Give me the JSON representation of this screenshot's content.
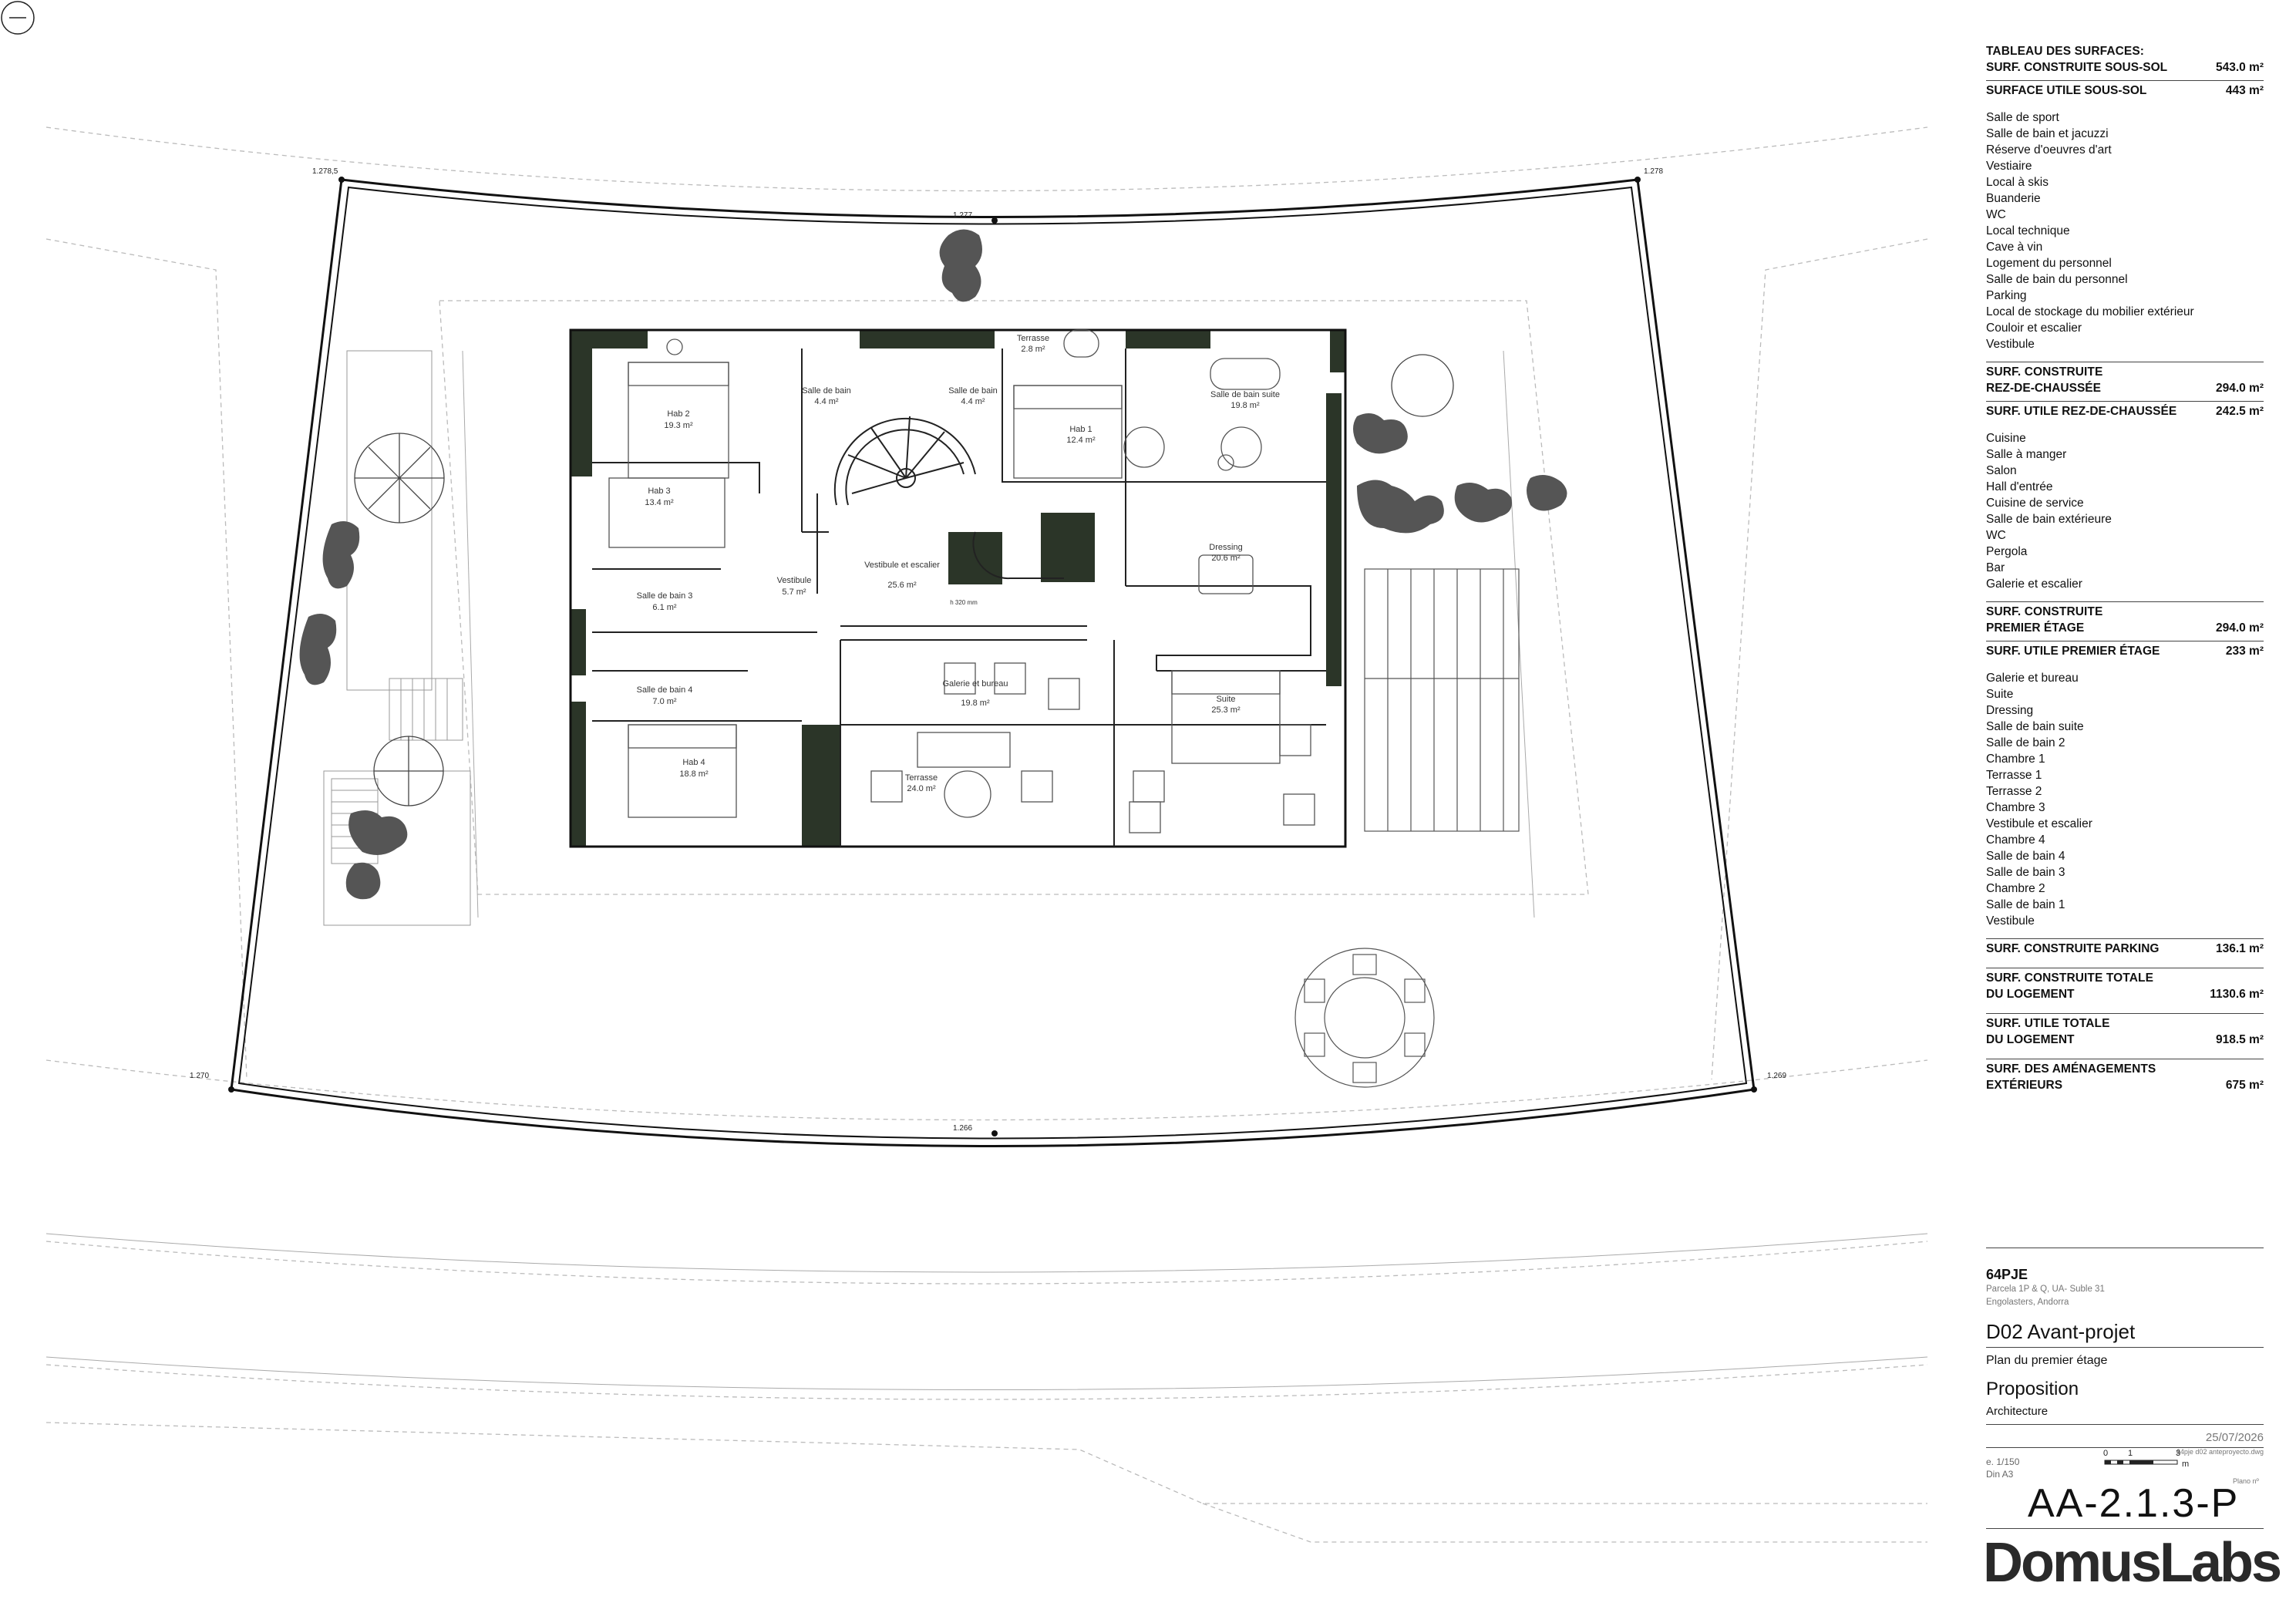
{
  "levels": {
    "top_left": "1.278,5",
    "top_center": "1.277",
    "top_right": "1.278",
    "bottom_left": "1.270",
    "bottom_center": "1.266",
    "bottom_right": "1.269"
  },
  "rooms": [
    {
      "name": "Hab 2",
      "area": "19.3 m²"
    },
    {
      "name": "Hab 3",
      "area": "13.4 m²"
    },
    {
      "name": "Salle de bain 3",
      "area": "6.1 m²"
    },
    {
      "name": "Vestibule",
      "area": "5.7 m²"
    },
    {
      "name": "Salle de bain 4",
      "area": "7.0 m²"
    },
    {
      "name": "Hab 4",
      "area": "18.8 m²"
    },
    {
      "name": "Salle de bain",
      "area": "4.4 m²"
    },
    {
      "name": "Salle de bain",
      "area": "4.4 m²"
    },
    {
      "name": "Terrasse",
      "area": "2.8 m²"
    },
    {
      "name": "Vestibule et escalier",
      "area": "25.6 m²"
    },
    {
      "name": "Hab 1",
      "area": "12.4 m²"
    },
    {
      "name": "Salle de bain suite",
      "area": "19.8 m²"
    },
    {
      "name": "Dressing",
      "area": "20.6 m²"
    },
    {
      "name": "Galerie et bureau",
      "area": "19.8 m²"
    },
    {
      "name": "Suite",
      "area": "25.3 m²"
    },
    {
      "name": "Terrasse",
      "area": "24.0 m²"
    }
  ],
  "stair_label": "h 320 mm",
  "table": {
    "title": "TABLEAU DES SURFACES:",
    "sous_sol": {
      "construite_label": "SURF. CONSTRUITE SOUS-SOL",
      "construite_value": "543.0 m²",
      "utile_label": "SURFACE UTILE SOUS-SOL",
      "utile_value": "443 m²",
      "items": [
        "Salle de sport",
        "Salle de bain et jacuzzi",
        "Réserve d'oeuvres d'art",
        "Vestiaire",
        "Local à skis",
        "Buanderie",
        "WC",
        "Local technique",
        "Cave à vin",
        "Logement du personnel",
        "Salle de bain du personnel",
        "Parking",
        "Local de stockage du mobilier extérieur",
        "Couloir et escalier",
        "Vestibule"
      ]
    },
    "rdc": {
      "construite_label_1": "SURF. CONSTRUITE",
      "construite_label_2": "REZ-DE-CHAUSSÉE",
      "construite_value": "294.0 m²",
      "utile_label": "SURF. UTILE REZ-DE-CHAUSSÉE",
      "utile_value": "242.5 m²",
      "items": [
        "Cuisine",
        "Salle à manger",
        "Salon",
        "Hall d'entrée",
        "Cuisine de service",
        "Salle de bain extérieure",
        "WC",
        "Pergola",
        "Bar",
        "Galerie et escalier"
      ]
    },
    "premier": {
      "construite_label_1": "SURF. CONSTRUITE",
      "construite_label_2": "PREMIER ÉTAGE",
      "construite_value": "294.0 m²",
      "utile_label": "SURF. UTILE PREMIER ÉTAGE",
      "utile_value": "233 m²",
      "items": [
        "Galerie et bureau",
        "Suite",
        "Dressing",
        "Salle de bain suite",
        "Salle de bain 2",
        "Chambre 1",
        "Terrasse 1",
        "Terrasse 2",
        "Chambre 3",
        "Vestibule et escalier",
        "Chambre 4",
        "Salle de bain 4",
        "Salle de bain 3",
        "Chambre 2",
        "Salle de bain 1",
        "Vestibule"
      ]
    },
    "parking_label": "SURF. CONSTRUITE PARKING",
    "parking_value": "136.1 m²",
    "totale_construite_1": "SURF. CONSTRUITE TOTALE",
    "totale_construite_2": "DU LOGEMENT",
    "totale_construite_value": "1130.6 m²",
    "totale_utile_1": "SURF. UTILE TOTALE",
    "totale_utile_2": "DU LOGEMENT",
    "totale_utile_value": "918.5 m²",
    "amenagements_1": "SURF. DES AMÉNAGEMENTS",
    "amenagements_2": "EXTÉRIEURS",
    "amenagements_value": "675 m²"
  },
  "title_block": {
    "project": "64PJE",
    "address_1": "Parcela 1P & Q, UA- Suble 31",
    "address_2": "Engolasters, Andorra",
    "phase": "D02 Avant-projet",
    "plan_name": "Plan du premier étage",
    "status": "Proposition",
    "discipline": "Architecture",
    "date": "25/07/2026",
    "file": "64pje d02 anteproyecto.dwg",
    "scale": "e. 1/150",
    "paper": "Din A3",
    "scale_ticks": [
      "0",
      "1",
      "3"
    ],
    "scale_unit": "m",
    "plano_label": "Plano nº",
    "code": "AA-2.1.3-P",
    "brand": "DomusLabs"
  }
}
